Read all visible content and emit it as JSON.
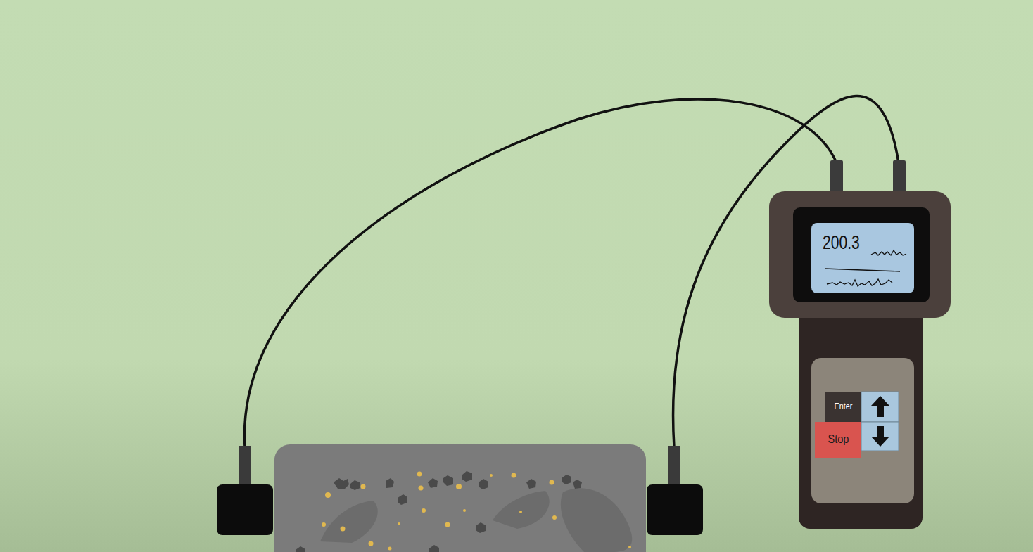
{
  "diagram": {
    "nodes": [
      {
        "text": [
          "200.3"
        ]
      },
      {
        "text": [
          "Enter"
        ]
      },
      {
        "text": [
          "Stop"
        ]
      }
    ]
  }
}
